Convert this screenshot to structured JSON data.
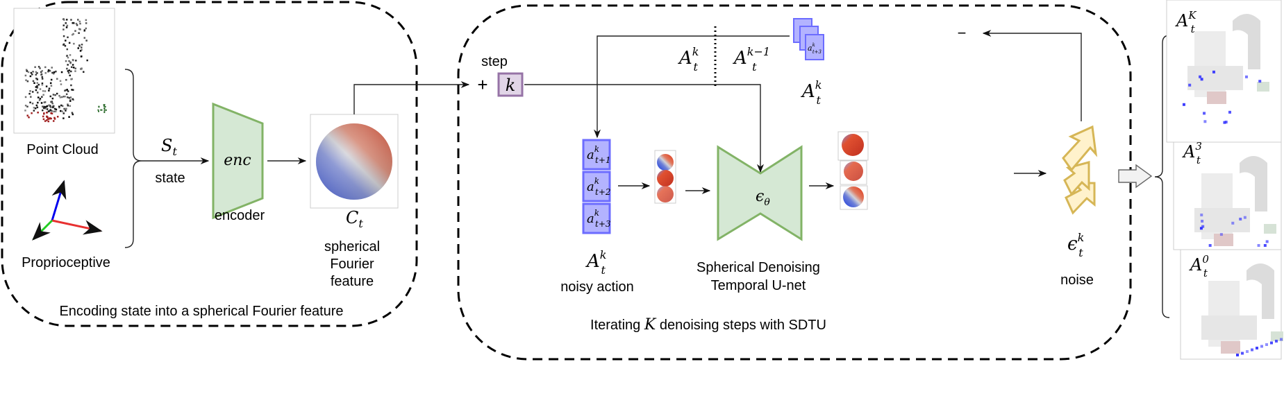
{
  "left_panel": {
    "caption": "Encoding state into a spherical Fourier feature",
    "point_cloud_label": "Point Cloud",
    "proprioceptive_label": "Proprioceptive",
    "state_symbol": {
      "base": "S",
      "sub": "t"
    },
    "state_label": "state",
    "encoder_symbol": "enc",
    "encoder_label": "encoder",
    "feature_symbol": {
      "base": "C",
      "sub": "t"
    },
    "feature_label": [
      "spherical",
      "Fourier",
      "feature"
    ]
  },
  "right_panel": {
    "caption_pre": "Iterating ",
    "caption_math": "K",
    "caption_post": " denoising steps with SDTU",
    "step_label": "step",
    "plus": "+",
    "step_symbol": "k",
    "minus": "−",
    "feedback_left": {
      "base": "A",
      "sub": "t",
      "sup": "k"
    },
    "feedback_right": {
      "base": "A",
      "sub": "t",
      "sup": "k−1"
    },
    "stack_label": {
      "base": "A",
      "sub": "t",
      "sup": "k"
    },
    "stack_top_item": {
      "base": "a",
      "sub": "t+3",
      "sup": "k"
    },
    "action_items": [
      {
        "base": "a",
        "sub": "t+1",
        "sup": "k"
      },
      {
        "base": "a",
        "sub": "t+2",
        "sup": "k"
      },
      {
        "base": "a",
        "sub": "t+3",
        "sup": "k"
      }
    ],
    "action_symbol": {
      "base": "A",
      "sub": "t",
      "sup": "k"
    },
    "action_label": "noisy action",
    "unet_symbol": {
      "base": "ϵ",
      "sub": "θ"
    },
    "unet_label": [
      "Spherical Denoising",
      "Temporal U-net"
    ],
    "noise_symbol": {
      "base": "ϵ",
      "sub": "t",
      "sup": "k"
    },
    "noise_label": "noise"
  },
  "outputs": [
    {
      "base": "A",
      "sub": "t",
      "sup": "K"
    },
    {
      "base": "A",
      "sub": "t",
      "sup": "3"
    },
    {
      "base": "A",
      "sub": "t",
      "sup": "0"
    }
  ],
  "colors": {
    "encoder_fill": "#d5e8d4",
    "encoder_stroke": "#82b366",
    "action_fill": "#b3b3ff",
    "action_stroke": "#6c6cff",
    "step_fill": "#e1d5e7",
    "step_stroke": "#9673a6",
    "noise_fill": "#fff2cc",
    "noise_stroke": "#d6b656",
    "sphere_red": "#e03010",
    "sphere_blue": "#1a3adb"
  }
}
